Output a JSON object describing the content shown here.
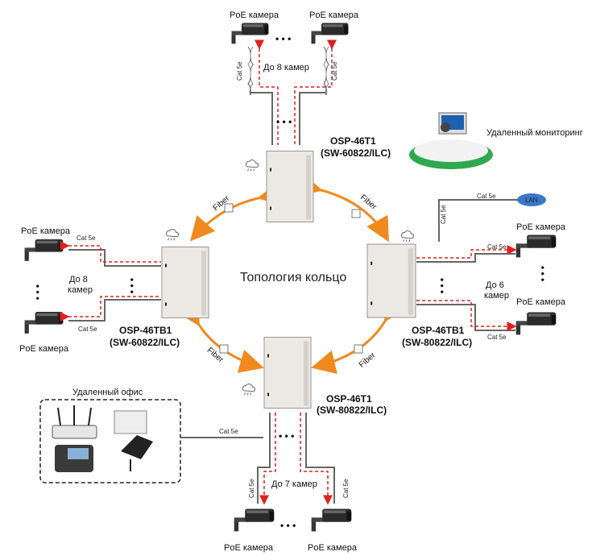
{
  "center_title": "Топология кольцо",
  "poe_camera": "PoE камера",
  "cat5e": "Cat 5e",
  "fiber": "Fiber",
  "lan": "LAN",
  "dots": "• • •",
  "remote_monitoring": "Удаленный мониторинг",
  "remote_office": "Удаленный офис",
  "cabinets": {
    "top": {
      "model": "OSP-46T1",
      "switch": "(SW-60822/ILC)"
    },
    "left": {
      "model": "OSP-46TB1",
      "switch": "(SW-60822/ILC)"
    },
    "right": {
      "model": "OSP-46TB1",
      "switch": "(SW-80822/ILC)"
    },
    "bottom": {
      "model": "OSP-46T1",
      "switch": "(SW-80822/ILC)"
    }
  },
  "counts": {
    "top": "До 8 камер",
    "left_line1": "До 8",
    "left_line2": "камер",
    "right_line1": "До 6",
    "right_line2": "камер",
    "bottom": "До 7 камер"
  }
}
